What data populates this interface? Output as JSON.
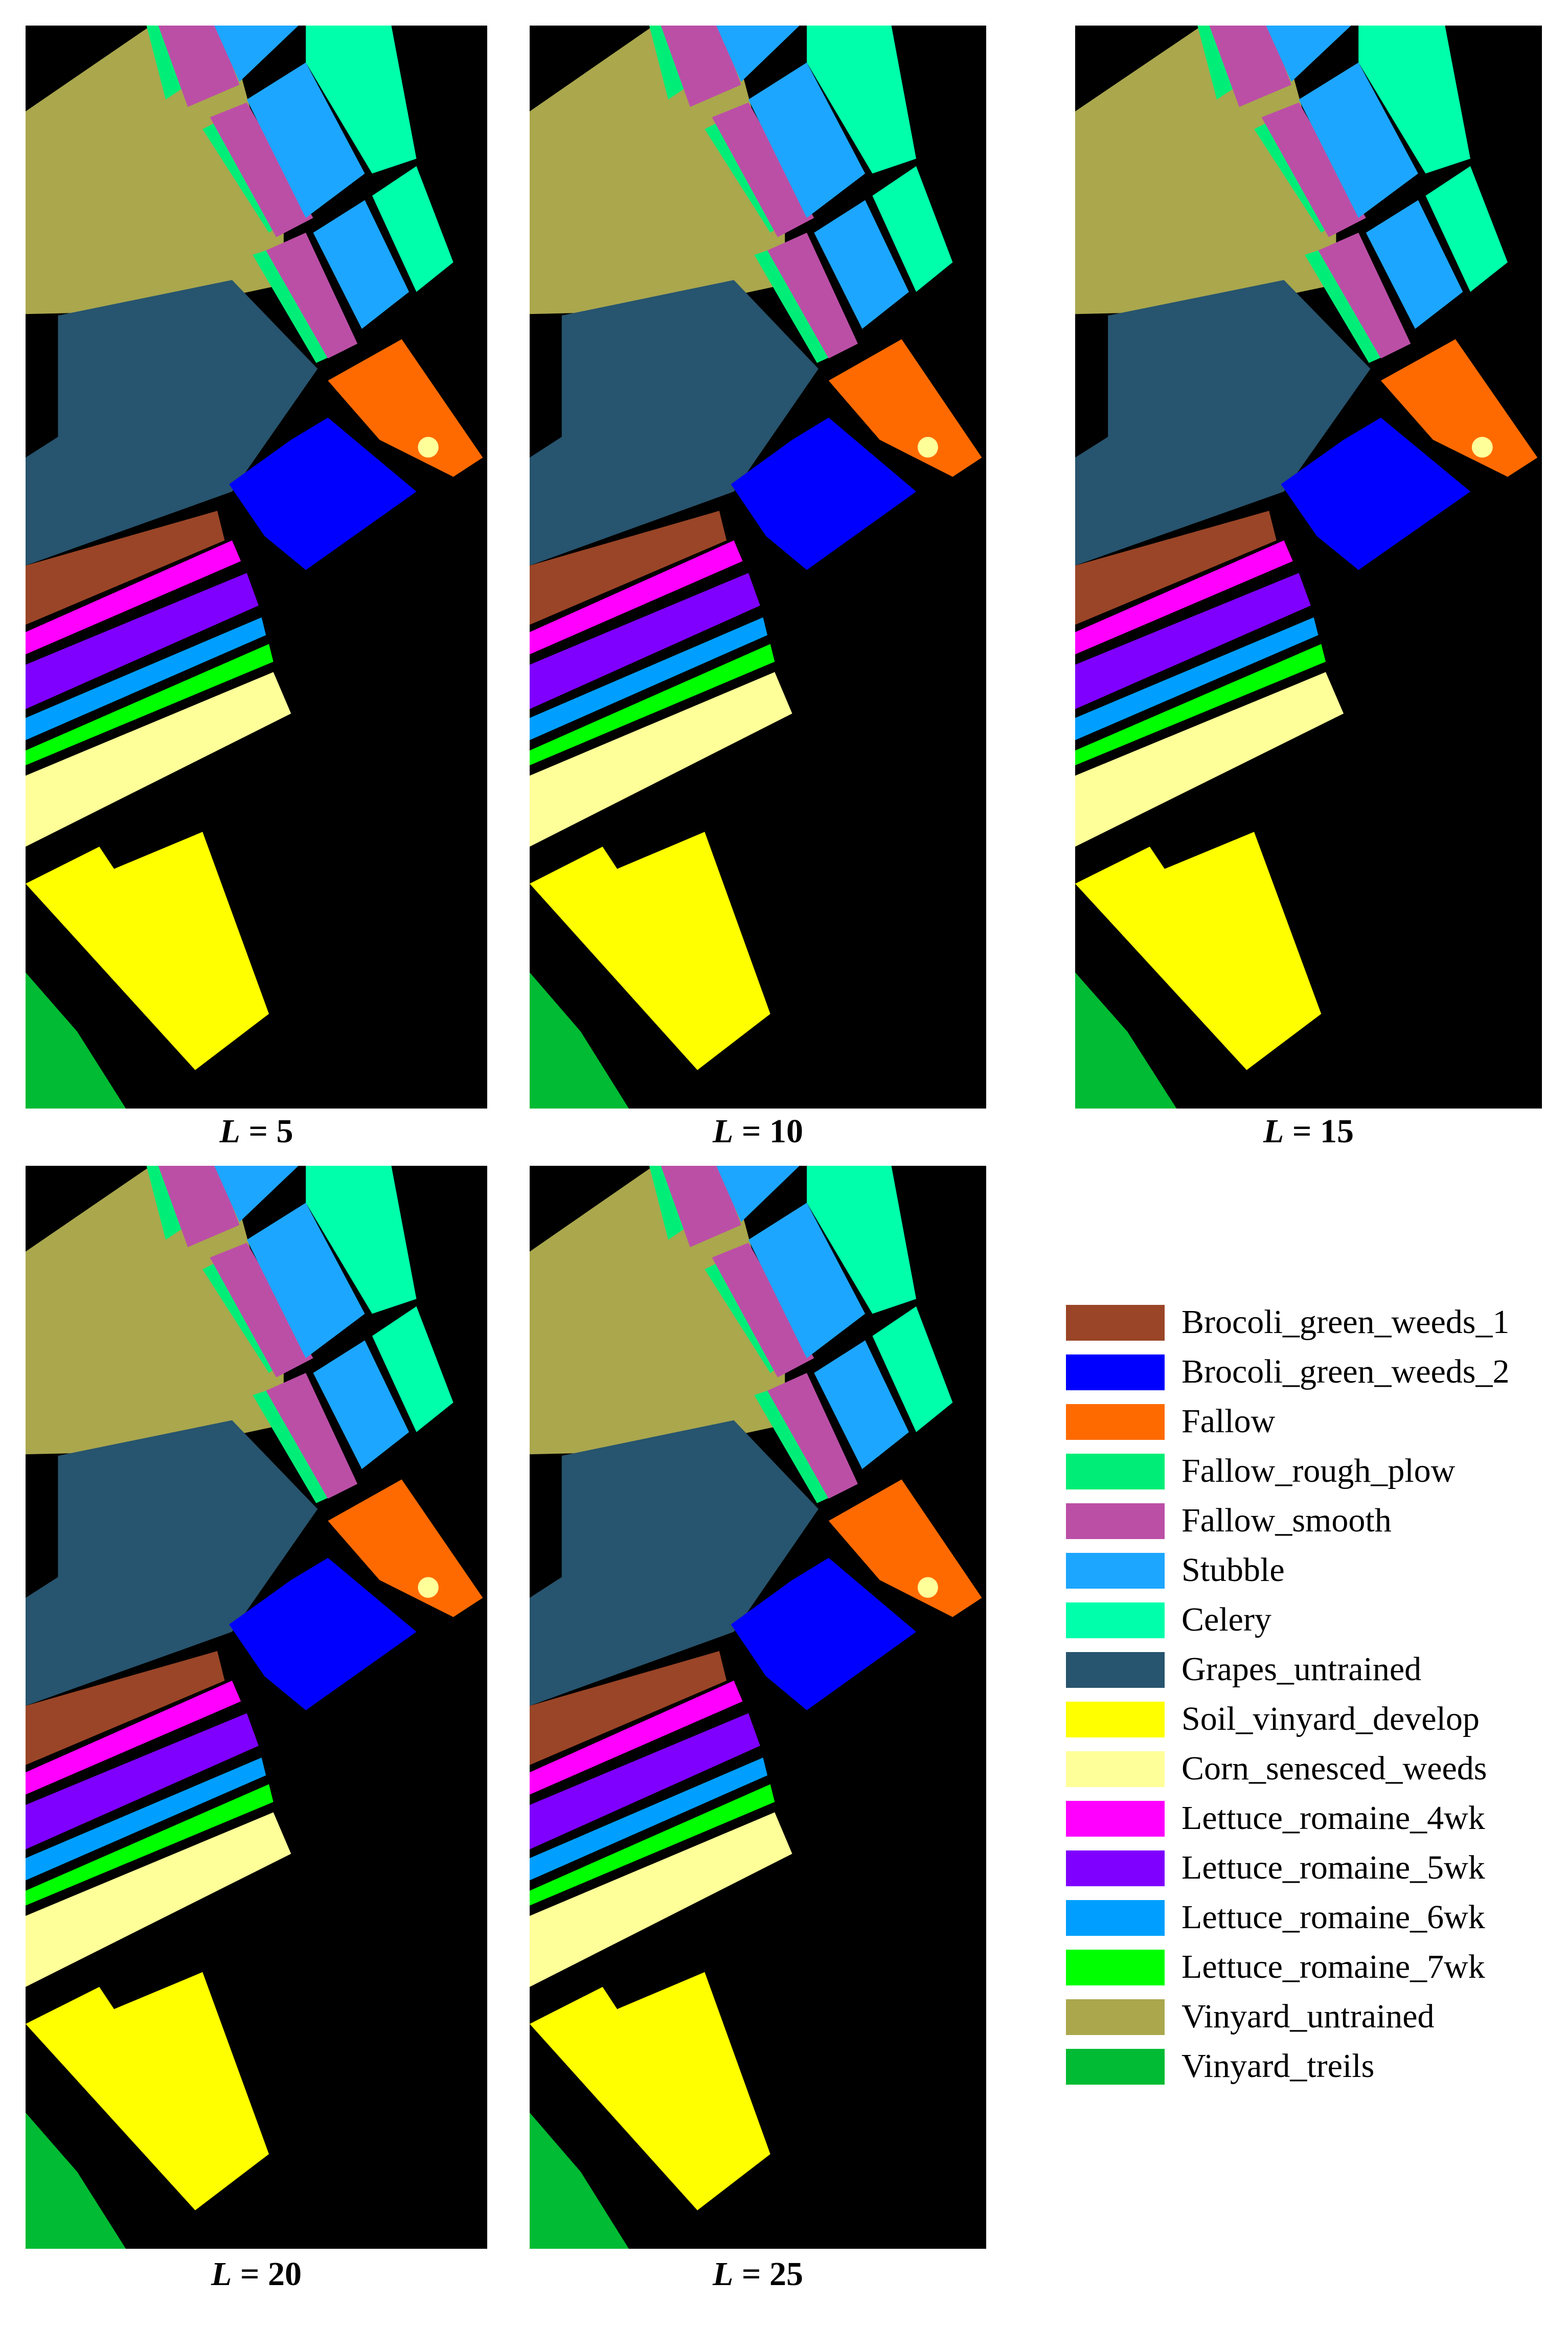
{
  "panels": [
    {
      "label_var": "L",
      "label_eq": " = 5"
    },
    {
      "label_var": "L",
      "label_eq": " = 10"
    },
    {
      "label_var": "L",
      "label_eq": " = 15"
    },
    {
      "label_var": "L",
      "label_eq": " = 20"
    },
    {
      "label_var": "L",
      "label_eq": " = 25"
    }
  ],
  "legend": [
    {
      "label": "Brocoli_green_weeds_1",
      "color": "#9a4527"
    },
    {
      "label": "Brocoli_green_weeds_2",
      "color": "#0000ff"
    },
    {
      "label": "Fallow",
      "color": "#ff6a00"
    },
    {
      "label": "Fallow_rough_plow",
      "color": "#00ee77"
    },
    {
      "label": "Fallow_smooth",
      "color": "#bb4fa6"
    },
    {
      "label": "Stubble",
      "color": "#1da6ff"
    },
    {
      "label": "Celery",
      "color": "#00ffaa"
    },
    {
      "label": "Grapes_untrained",
      "color": "#27546e"
    },
    {
      "label": "Soil_vinyard_develop",
      "color": "#ffff00"
    },
    {
      "label": "Corn_senesced_weeds",
      "color": "#ffff99"
    },
    {
      "label": "Lettuce_romaine_4wk",
      "color": "#ff00ff"
    },
    {
      "label": "Lettuce_romaine_5wk",
      "color": "#7f00ff"
    },
    {
      "label": "Lettuce_romaine_6wk",
      "color": "#009fff"
    },
    {
      "label": "Lettuce_romaine_7wk",
      "color": "#00ff00"
    },
    {
      "label": "Vinyard_untrained",
      "color": "#aaa74d"
    },
    {
      "label": "Vinyard_treils",
      "color": "#00bb33"
    }
  ]
}
